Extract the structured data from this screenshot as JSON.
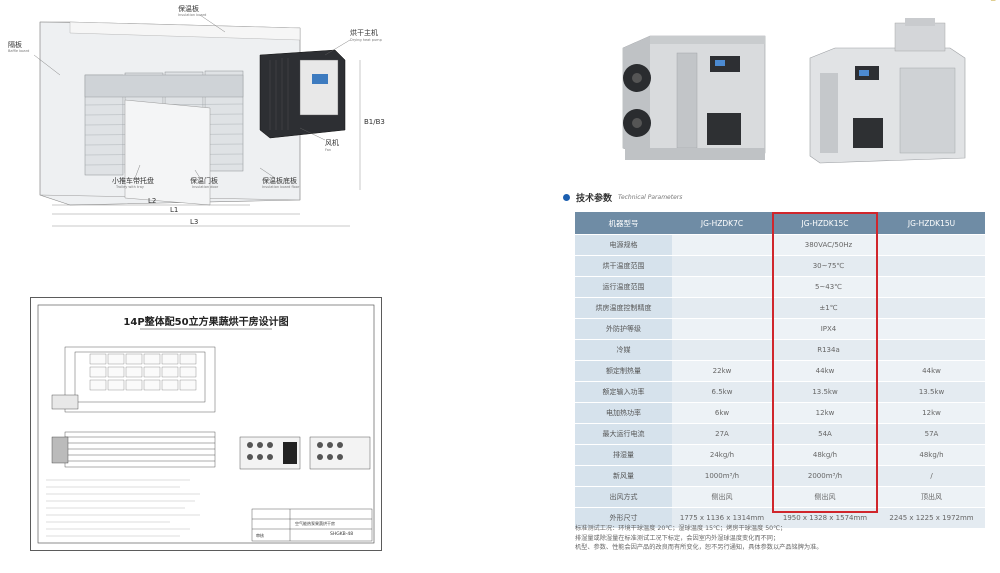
{
  "room_diagram": {
    "labels": {
      "insulation_top": {
        "cn": "保温板",
        "en": "Insulation board"
      },
      "partition": {
        "cn": "隔板",
        "en": "Baffle board"
      },
      "host": {
        "cn": "烘干主机",
        "en": "Drying heat pump"
      },
      "fan": {
        "cn": "风机",
        "en": "Fan"
      },
      "trolley": {
        "cn": "小推车带托盘",
        "en": "Trolley with tray"
      },
      "door": {
        "cn": "保温门板",
        "en": "Insulation door"
      },
      "floor": {
        "cn": "保温板底板",
        "en": "Insulation board floor"
      },
      "b_dim": "B1/B3",
      "l2": "L2",
      "l1": "L1",
      "l3": "L3"
    }
  },
  "blueprint": {
    "title": "14P整体配50立方果蔬烘干房设计图",
    "stamp_code": "SHGKB-48",
    "stamp_name": "空气能热泵果蔬烘干房",
    "stamp_role": "审核"
  },
  "tech": {
    "heading_cn": "技术参数",
    "heading_en": "Technical Parameters"
  },
  "spec_table": {
    "headers": [
      "机器型号",
      "JG-HZDK7C",
      "JG-HZDK15C",
      "JG-HZDK15U"
    ],
    "rows": [
      {
        "name": "电源规格",
        "merged": "380VAC/50Hz"
      },
      {
        "name": "烘干温度范围",
        "merged": "30~75℃"
      },
      {
        "name": "运行温度范围",
        "merged": "5~43℃"
      },
      {
        "name": "烘房温度控制精度",
        "merged": "±1℃"
      },
      {
        "name": "外防护等级",
        "merged": "IPX4"
      },
      {
        "name": "冷媒",
        "merged": "R134a"
      },
      {
        "name": "额定制热量",
        "values": [
          "22kw",
          "44kw",
          "44kw"
        ]
      },
      {
        "name": "额定输入功率",
        "values": [
          "6.5kw",
          "13.5kw",
          "13.5kw"
        ]
      },
      {
        "name": "电加热功率",
        "values": [
          "6kw",
          "12kw",
          "12kw"
        ]
      },
      {
        "name": "最大运行电流",
        "values": [
          "27A",
          "54A",
          "57A"
        ]
      },
      {
        "name": "排湿量",
        "values": [
          "24kg/h",
          "48kg/h",
          "48kg/h"
        ]
      },
      {
        "name": "新风量",
        "values": [
          "1000m³/h",
          "2000m³/h",
          "/"
        ]
      },
      {
        "name": "出风方式",
        "values": [
          "侧出风",
          "侧出风",
          "顶出风"
        ]
      },
      {
        "name": "外形尺寸",
        "values": [
          "1775 x 1136 x 1314mm",
          "1950 x 1328 x 1574mm",
          "2245 x 1225 x 1972mm"
        ]
      }
    ]
  },
  "notes": [
    "标准测试工况：环境干球温度 20℃；湿球温度 15℃；烤房干球温度 50℃；",
    "排湿量或除湿量在标准测试工况下标定，会因室内外湿球温度变化而不同；",
    "机型、参数、性能会因产品的改良而有所变化，恕不另行通知，具体参数以产品铭牌为准。"
  ],
  "colors": {
    "table_header": "#6f8ca5",
    "name_cell": "#d6e2ec",
    "value_cell": "#edf2f6",
    "highlight": "#d0262c",
    "accent": "#1c5fb0"
  }
}
